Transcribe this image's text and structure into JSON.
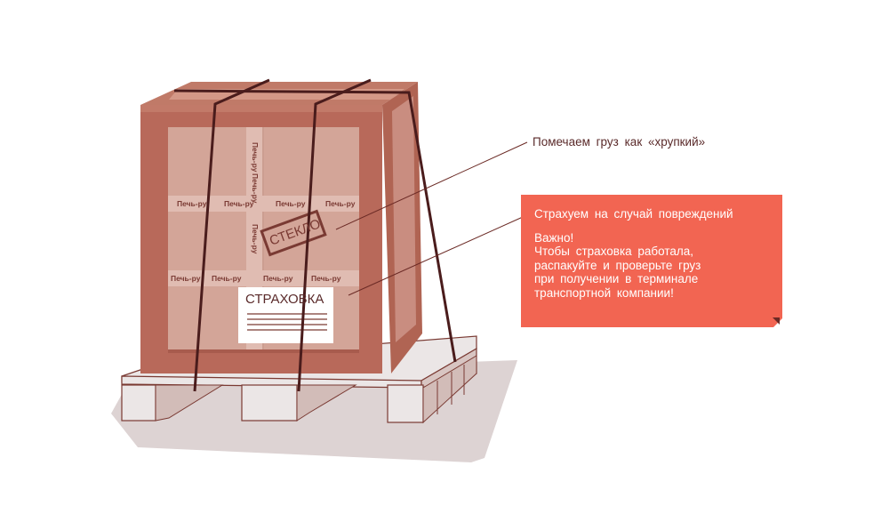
{
  "colors": {
    "crate": "#b8695a",
    "crate_dark": "#a85b4d",
    "panel": "#d3a598",
    "tape": "#e0bcb2",
    "strap": "#4a1c1c",
    "pallet": "#ebe6e6",
    "pallet_outline": "#7a3a33",
    "shadow": "#ddd3d3",
    "note_bg": "#f26552",
    "callout_text": "#5a2a2a"
  },
  "crate": {
    "tape_label": "Печь-ру",
    "stamp_label": "СТЕКЛО",
    "insurance_label": "СТРАХОВКА"
  },
  "callouts": {
    "fragile": "Помечаем груз как «хрупкий»"
  },
  "note": {
    "title": "Страхуем на случай повреждений",
    "lines": [
      "Важно!",
      "Чтобы страховка работала,",
      "распакуйте и проверьте груз",
      "при получении в терминале",
      "транспортной компании!"
    ]
  }
}
